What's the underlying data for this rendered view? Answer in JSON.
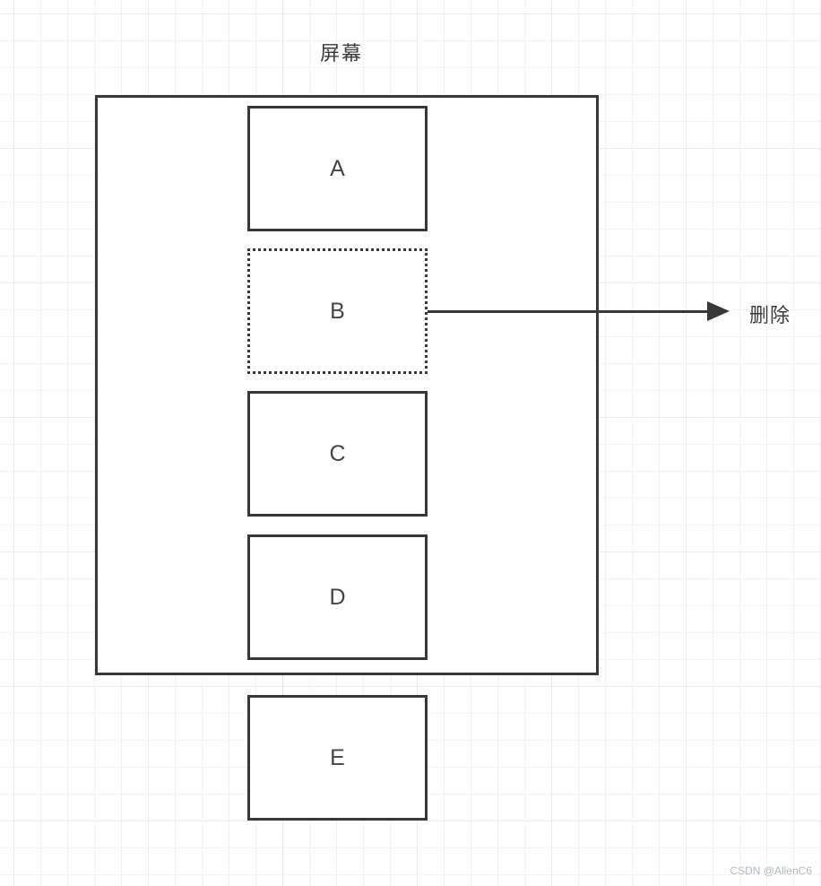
{
  "diagram": {
    "title": "屏幕",
    "frame": {
      "name": "screen-frame",
      "border_style": "solid"
    },
    "boxes": [
      {
        "id": "A",
        "label": "A",
        "border_style": "solid",
        "inside_frame": true
      },
      {
        "id": "B",
        "label": "B",
        "border_style": "dotted",
        "inside_frame": true
      },
      {
        "id": "C",
        "label": "C",
        "border_style": "solid",
        "inside_frame": true
      },
      {
        "id": "D",
        "label": "D",
        "border_style": "solid",
        "inside_frame": true
      },
      {
        "id": "E",
        "label": "E",
        "border_style": "solid",
        "inside_frame": false
      }
    ],
    "arrow": {
      "from": "B",
      "direction": "right",
      "label": "删除"
    },
    "colors": {
      "stroke": "#383838",
      "label_text": "#454545",
      "title_text": "#3a3a3a",
      "grid_minor": "#f3f3f6",
      "grid_major": "#e9e9ee",
      "watermark_text": "#b5b9c2",
      "background": "#ffffff"
    }
  },
  "watermark": "CSDN @AllenC6"
}
